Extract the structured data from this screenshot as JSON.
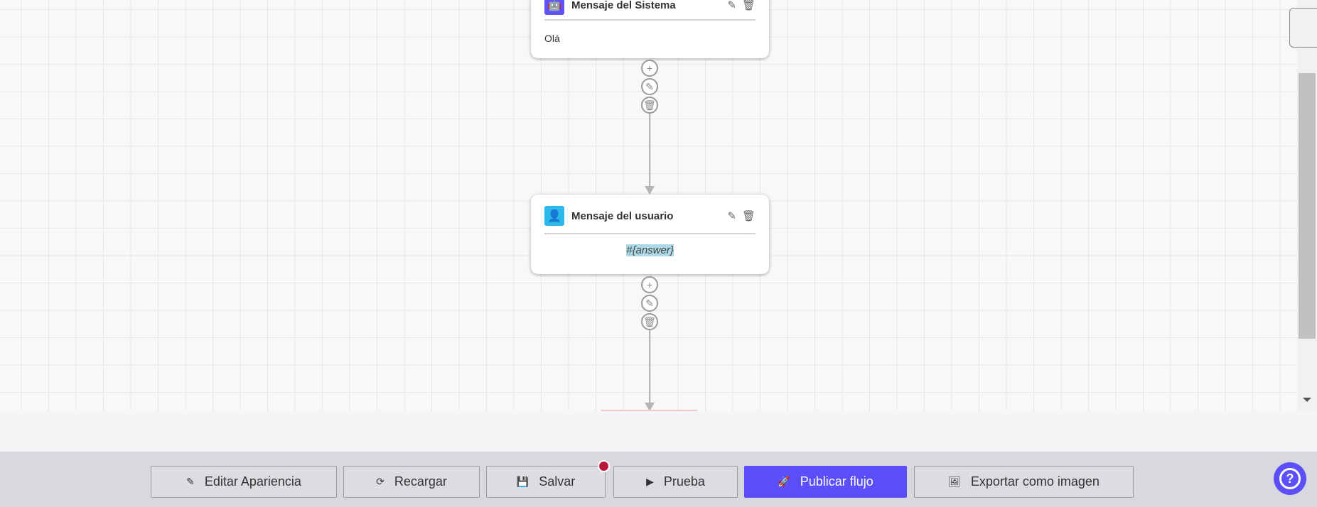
{
  "nodes": [
    {
      "title": "Mensaje del Sistema",
      "icon": "robot-icon",
      "icon_color": "#6052f7",
      "content": "Olá"
    },
    {
      "title": "Mensaje del usuario",
      "icon": "user-icon",
      "icon_color": "#2bb8ea",
      "content": "#{answer}"
    }
  ],
  "connector_actions": [
    "add",
    "edit",
    "delete"
  ],
  "footer": {
    "buttons": [
      {
        "label": "Editar Apariencia",
        "icon": "edit-icon"
      },
      {
        "label": "Recargar",
        "icon": "refresh-icon"
      },
      {
        "label": "Salvar",
        "icon": "save-icon"
      },
      {
        "label": "Prueba",
        "icon": "play-icon"
      },
      {
        "label": "Publicar flujo",
        "icon": "rocket-icon"
      },
      {
        "label": "Exportar como imagen",
        "icon": "image-icon"
      }
    ],
    "unsaved_dot_color": "#b8193a",
    "accent": "#5b4ffa"
  },
  "help": {
    "icon": "question-circle-icon"
  }
}
